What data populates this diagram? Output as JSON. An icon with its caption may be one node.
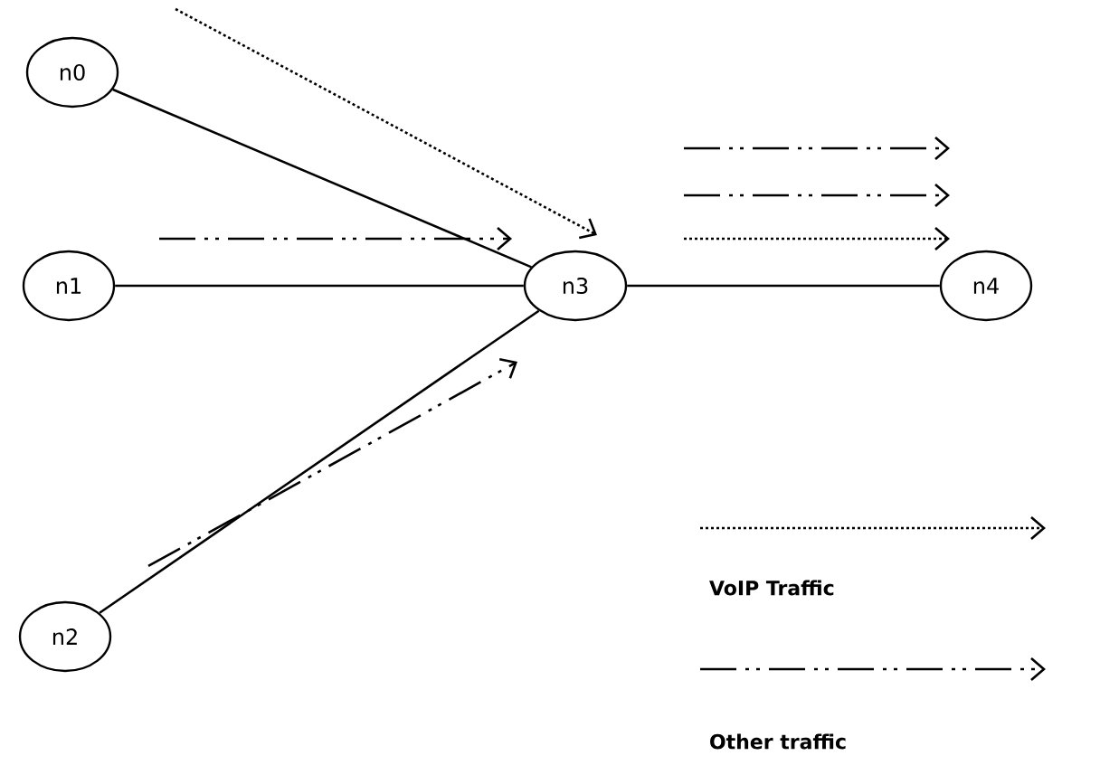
{
  "diagram": {
    "nodes": [
      {
        "text": [
          "n0"
        ]
      },
      {
        "text": [
          "n1"
        ]
      },
      {
        "text": [
          "n2"
        ]
      },
      {
        "text": [
          "n3"
        ]
      },
      {
        "text": [
          "n4"
        ]
      }
    ],
    "edges": [
      {
        "from": 0,
        "to": 3,
        "arrow": "none"
      },
      {
        "from": 1,
        "to": 3,
        "arrow": "none"
      },
      {
        "from": 2,
        "to": 3,
        "arrow": "none"
      },
      {
        "from": 3,
        "to": 4,
        "arrow": "none"
      }
    ],
    "legend": [
      {
        "text": "VoIP Traffic"
      },
      {
        "text": "Other traffic"
      }
    ]
  }
}
